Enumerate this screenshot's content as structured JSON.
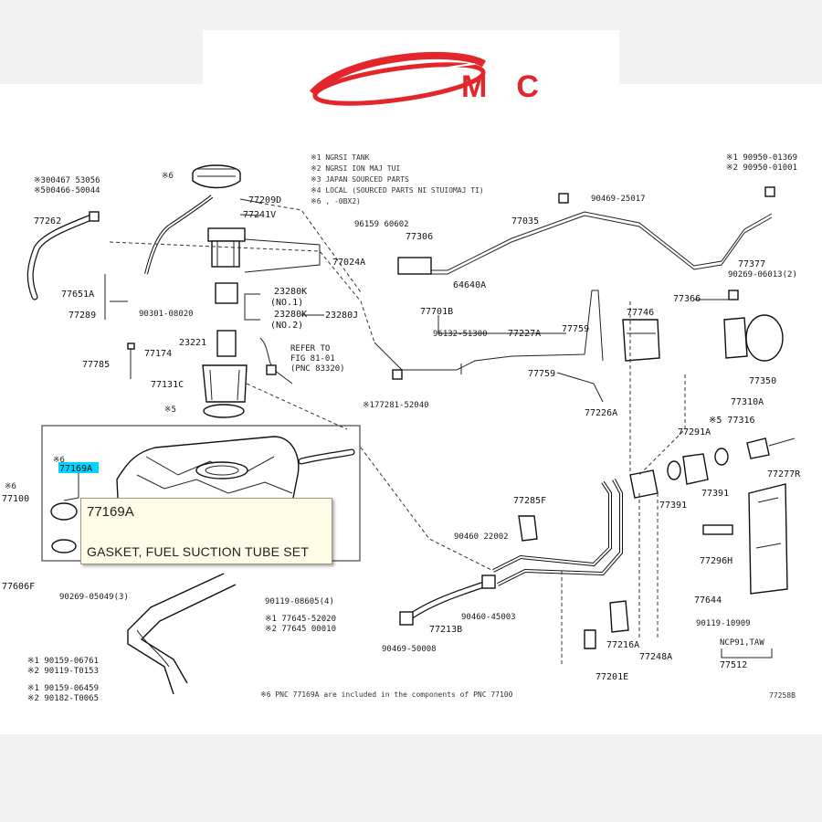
{
  "logo": {
    "text": "MC",
    "color": "#e3262b"
  },
  "diagram_code": "77258B",
  "footnote": "※6 PNC 77169A are included in the components of PNC 77100",
  "legend": [
    "※1 NGRSI TANK",
    "※2 NGRSI ION MAJ TUI",
    "※3 JAPAN SOURCED PARTS",
    "※4 LOCAL (SOURCED PARTS NI STUIOMAJ TI)",
    "※6 ,      -0BX2)"
  ],
  "highlight": {
    "code": "77169A",
    "color": "#00d4ff"
  },
  "tooltip": {
    "code": "77169A",
    "description": "GASKET, FUEL SUCTION TUBE SET"
  },
  "refer_note": [
    "REFER TO",
    "FIG 81-01",
    "(PNC 83320)"
  ],
  "part_labels": [
    {
      "id": "p1",
      "text": "※300467 53056"
    },
    {
      "id": "p2",
      "text": "※500466-50044"
    },
    {
      "id": "p3",
      "text": "77262"
    },
    {
      "id": "p4",
      "text": "77651A"
    },
    {
      "id": "p5",
      "text": "77289"
    },
    {
      "id": "p6",
      "text": "77785"
    },
    {
      "id": "p7",
      "text": "※6"
    },
    {
      "id": "p8",
      "text": "77209D"
    },
    {
      "id": "p9",
      "text": "77241V"
    },
    {
      "id": "p10",
      "text": "90301-08020"
    },
    {
      "id": "p11",
      "text": "23280K"
    },
    {
      "id": "p12",
      "text": "(NO.1)"
    },
    {
      "id": "p13",
      "text": "23280K"
    },
    {
      "id": "p14",
      "text": "(NO.2)"
    },
    {
      "id": "p15",
      "text": "23280J"
    },
    {
      "id": "p16",
      "text": "23221"
    },
    {
      "id": "p17",
      "text": "77174"
    },
    {
      "id": "p18",
      "text": "77131C"
    },
    {
      "id": "p19",
      "text": "※5"
    },
    {
      "id": "p20",
      "text": "96159 60602"
    },
    {
      "id": "p21",
      "text": "77306"
    },
    {
      "id": "p22",
      "text": "77024A"
    },
    {
      "id": "p23",
      "text": "64640A"
    },
    {
      "id": "p24",
      "text": "77035"
    },
    {
      "id": "p25",
      "text": "90469-25017"
    },
    {
      "id": "p26",
      "text": "※1 90950-01369"
    },
    {
      "id": "p27",
      "text": "※2 90950-01001"
    },
    {
      "id": "p28",
      "text": "77377"
    },
    {
      "id": "p29",
      "text": "90269-06013(2)"
    },
    {
      "id": "p30",
      "text": "77366"
    },
    {
      "id": "p31",
      "text": "77701B"
    },
    {
      "id": "p32",
      "text": "96132-51300"
    },
    {
      "id": "p33",
      "text": "77227A"
    },
    {
      "id": "p34",
      "text": "77759"
    },
    {
      "id": "p35",
      "text": "77746"
    },
    {
      "id": "p36",
      "text": "77759"
    },
    {
      "id": "p37",
      "text": "※177281-52040"
    },
    {
      "id": "p38",
      "text": "77226A"
    },
    {
      "id": "p39",
      "text": "77350"
    },
    {
      "id": "p40",
      "text": "77310A"
    },
    {
      "id": "p41",
      "text": "※5 77316"
    },
    {
      "id": "p42",
      "text": "77291A"
    },
    {
      "id": "p43",
      "text": "77391"
    },
    {
      "id": "p44",
      "text": "77391"
    },
    {
      "id": "p45",
      "text": "77277R"
    },
    {
      "id": "p46",
      "text": "77285F"
    },
    {
      "id": "p47",
      "text": "90460 22002"
    },
    {
      "id": "p48",
      "text": "77296H"
    },
    {
      "id": "p49",
      "text": "77644"
    },
    {
      "id": "p50",
      "text": "90119-10909"
    },
    {
      "id": "p51",
      "text": "NCP91,TAW"
    },
    {
      "id": "p52",
      "text": "77512"
    },
    {
      "id": "p53",
      "text": "90460-45003"
    },
    {
      "id": "p54",
      "text": "77213B"
    },
    {
      "id": "p55",
      "text": "90469-50008"
    },
    {
      "id": "p56",
      "text": "77216A"
    },
    {
      "id": "p57",
      "text": "77248A"
    },
    {
      "id": "p58",
      "text": "77201E"
    },
    {
      "id": "p59",
      "text": "※6"
    },
    {
      "id": "p60",
      "text": "77100"
    },
    {
      "id": "p61",
      "text": "77606F"
    },
    {
      "id": "p62",
      "text": "90269-05049(3)"
    },
    {
      "id": "p63",
      "text": "90119-08605(4)"
    },
    {
      "id": "p64",
      "text": "※1 77645-52020"
    },
    {
      "id": "p65",
      "text": "※2 77645 00010"
    },
    {
      "id": "p66",
      "text": "※1 90159-06761"
    },
    {
      "id": "p67",
      "text": "※2 90119-T0153"
    },
    {
      "id": "p68",
      "text": "※1 90159-06459"
    },
    {
      "id": "p69",
      "text": "※2 90182-T0065"
    },
    {
      "id": "p70",
      "text": "※6"
    }
  ]
}
